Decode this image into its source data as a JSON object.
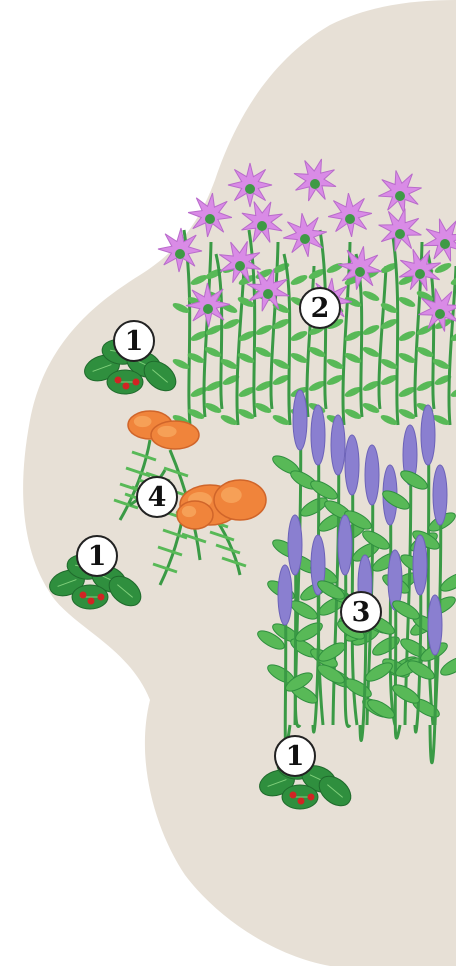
{
  "markers": [
    {
      "id": "strawberry-top",
      "label": "1"
    },
    {
      "id": "strawberry-middle",
      "label": "1"
    },
    {
      "id": "strawberry-bottom",
      "label": "1"
    },
    {
      "id": "monarda",
      "label": "2"
    },
    {
      "id": "lavender",
      "label": "3"
    },
    {
      "id": "marigold",
      "label": "4"
    }
  ],
  "colors": {
    "bed": "#e7e0d6",
    "leaf": "#2f8f3e",
    "leaf_light": "#58b957",
    "stem": "#3a9a45",
    "berry": "#d12424",
    "pink_flower": "#d98be6",
    "purple_flower": "#8a7fd0",
    "orange_flower": "#f0843b"
  },
  "icons": [
    "strawberry-plant-icon",
    "monarda-flower-icon",
    "lavender-spike-icon",
    "marigold-flower-icon"
  ]
}
